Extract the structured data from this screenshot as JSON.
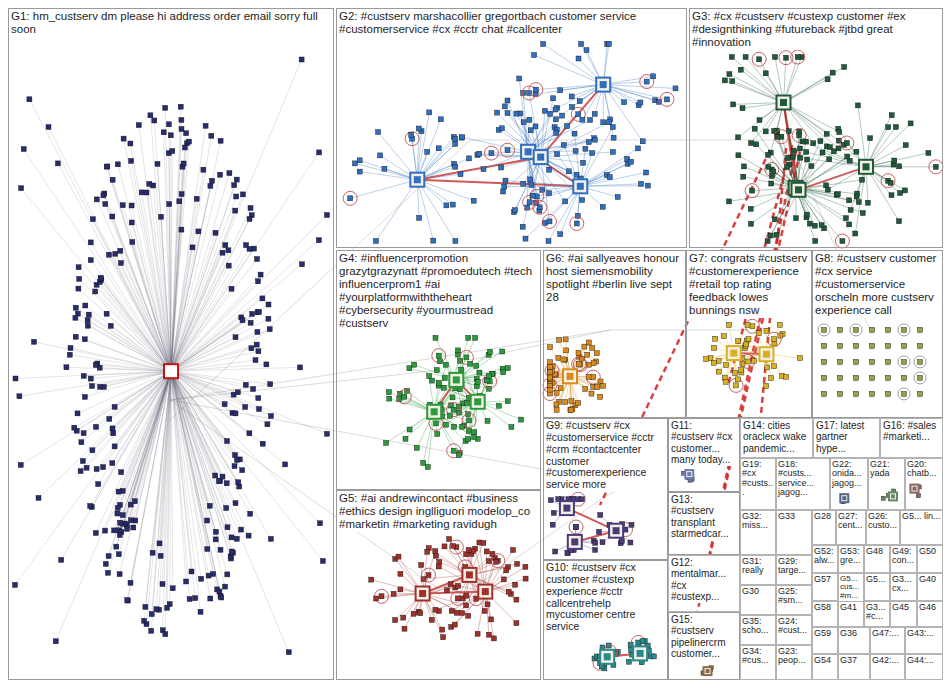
{
  "diagram": {
    "nodes": [
      {
        "text": [
          "G1: hm_custserv dm please hi address order email sorry full soon"
        ]
      },
      {
        "text": [
          "G2: #custserv marshacollier gregortbach customer service #customerservice #cx #cctr chat #callcenter"
        ]
      },
      {
        "text": [
          "G3: #cx #custserv #custexp customer #ex #designthinking #futureback #jtbd great #innovation"
        ]
      },
      {
        "text": [
          "G4: #influencerpromotion grazytgrazynatt #promoedutech #tech influencerprom1 #ai #yourplatformwiththeheart #cybersecurity #yourmustread #custserv"
        ]
      },
      {
        "text": [
          "G6: #ai sallyeaves honour host siemensmobility spotlight #berlin live sept 28"
        ]
      },
      {
        "text": [
          "G7: congrats #custserv #customerexperience #retail top rating feedback lowes bunnings nsw"
        ]
      },
      {
        "text": [
          "G8: #custserv customer #cx service #customerservice orscheln more custserv experience call"
        ]
      },
      {
        "text": [
          "G9: #custserv #cx #customerservice #cctr #crm #contactcenter customer #customerexperience service more"
        ]
      },
      {
        "text": [
          "G11: #custserv #cx customer... many today..."
        ]
      },
      {
        "text": [
          "G14: cities oraclecx wake pandemic..."
        ]
      },
      {
        "text": [
          "G17: latest gartner hype..."
        ]
      },
      {
        "text": [
          "G16: #sales #marketi..."
        ]
      },
      {
        "text": [
          "G19: #cx #custs..."
        ]
      },
      {
        "text": [
          "G18: #custs... service... jagog..."
        ]
      },
      {
        "text": [
          "G22: onida... jagog..."
        ]
      },
      {
        "text": [
          "G21: yada"
        ]
      },
      {
        "text": [
          "G20: chatb..."
        ]
      },
      {
        "text": [
          "G5: #ai andrewincontact #business #ethics design inglliguori modelop_co #marketin #marketing ravidugh"
        ]
      },
      {
        "text": [
          "G13: #custserv transplant starmedcar..."
        ]
      },
      {
        "text": [
          "G32: miss..."
        ]
      },
      {
        "text": [
          "G33"
        ]
      },
      {
        "text": [
          "G28"
        ]
      },
      {
        "text": [
          "G27: cent..."
        ]
      },
      {
        "text": [
          "G26: custo..."
        ]
      },
      {
        "text": [
          "G5... lin..."
        ]
      },
      {
        "text": [
          "G31: really"
        ]
      },
      {
        "text": [
          "G29: targe..."
        ]
      },
      {
        "text": [
          "G52: alw..."
        ]
      },
      {
        "text": [
          "G53: gre..."
        ]
      },
      {
        "text": [
          "G48"
        ]
      },
      {
        "text": [
          "G49: con..."
        ]
      },
      {
        "text": [
          "G50"
        ]
      },
      {
        "text": [
          "G12: mentalmar... #cx #custexp..."
        ]
      },
      {
        "text": [
          "G10: #custserv #cx customer #custexp experience #cctr callcentrehelp mycustomer centre service"
        ]
      },
      {
        "text": [
          "G30"
        ]
      },
      {
        "text": [
          "G25: #sm..."
        ]
      },
      {
        "text": [
          "G57"
        ]
      },
      {
        "text": [
          "G5... cus... #m..."
        ]
      },
      {
        "text": [
          "G5..."
        ]
      },
      {
        "text": [
          "G3... cx..."
        ]
      },
      {
        "text": [
          "G40"
        ]
      },
      {
        "text": [
          "G35: scho..."
        ]
      },
      {
        "text": [
          "G24: #cust..."
        ]
      },
      {
        "text": [
          "G58"
        ]
      },
      {
        "text": [
          "G41"
        ]
      },
      {
        "text": [
          "G3... #c..."
        ]
      },
      {
        "text": [
          "G45"
        ]
      },
      {
        "text": [
          "G46"
        ]
      },
      {
        "text": [
          "G15: #custserv pipelinercrm customer..."
        ]
      },
      {
        "text": [
          "G34: #cus..."
        ]
      },
      {
        "text": [
          "G23: peop..."
        ]
      },
      {
        "text": [
          "G59"
        ]
      },
      {
        "text": [
          "G36"
        ]
      },
      {
        "text": [
          "G47:..."
        ]
      },
      {
        "text": [
          "G43:..."
        ]
      },
      {
        "text": [
          "G54"
        ]
      },
      {
        "text": [
          "G37"
        ]
      },
      {
        "text": [
          "G42:..."
        ]
      },
      {
        "text": [
          "G44:..."
        ]
      }
    ]
  }
}
